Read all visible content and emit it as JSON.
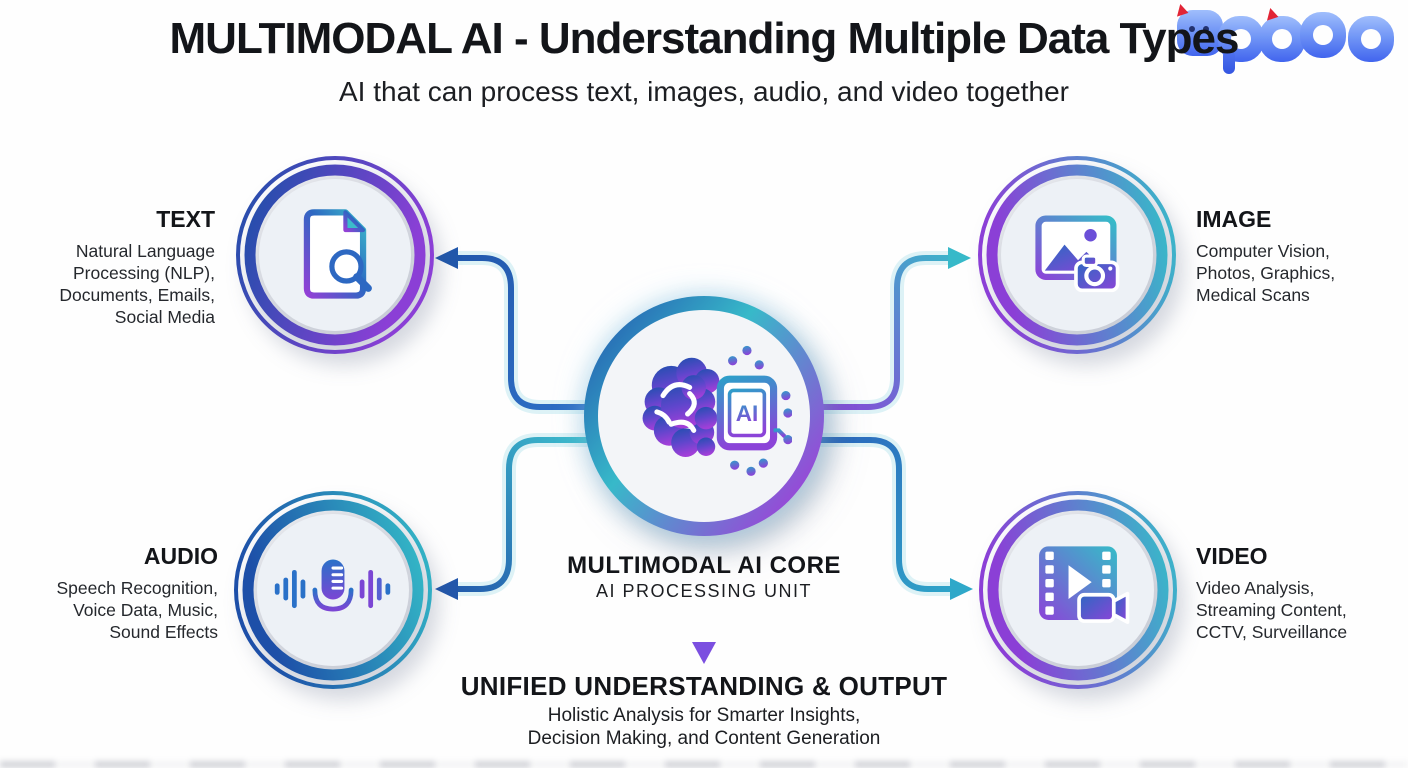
{
  "header": {
    "title": "MULTIMODAL AI - Understanding Multiple Data Types",
    "subtitle": "AI that can process text, images, audio, and video together"
  },
  "nodes": {
    "text": {
      "label": "TEXT",
      "desc": "Natural Language\nProcessing (NLP),\nDocuments, Emails,\nSocial Media",
      "icon": "document-search-icon"
    },
    "image": {
      "label": "IMAGE",
      "desc": "Computer Vision,\nPhotos, Graphics,\nMedical Scans",
      "icon": "photo-camera-icon"
    },
    "audio": {
      "label": "AUDIO",
      "desc": "Speech Recognition,\nVoice Data, Music,\nSound Effects",
      "icon": "microphone-waveform-icon"
    },
    "video": {
      "label": "VIDEO",
      "desc": "Video Analysis,\nStreaming Content,\nCCTV, Surveillance",
      "icon": "filmstrip-camera-icon"
    }
  },
  "center": {
    "title": "MULTIMODAL AI CORE",
    "subtitle": "AI PROCESSING UNIT",
    "icon": "brain-ai-chip-icon",
    "chip_label": "AI"
  },
  "output": {
    "title": "UNIFIED UNDERSTANDING & OUTPUT",
    "desc": "Holistic Analysis for Smarter Insights,\nDecision Making, and Content Generation"
  },
  "colors": {
    "blue": "#1d4fa8",
    "teal": "#35bdc8",
    "purple": "#8b3fd6",
    "watermark_blue": "#3a5fee",
    "face": "#edf1f6"
  }
}
